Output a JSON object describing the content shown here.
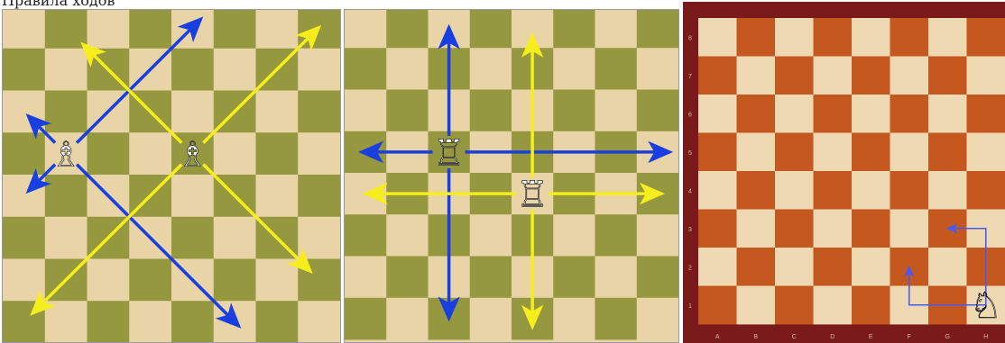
{
  "caption": "Правила ходов",
  "colors": {
    "light_square": "#e9d4a8",
    "dark_square": "#96983f",
    "wood_light": "#efd9b3",
    "wood_dark": "#c4581e",
    "wood_frame": "#7a1a1a",
    "arrow_blue": "#1a3fe0",
    "arrow_yellow": "#f5ee1c",
    "knight_arrow": "#4a5af0"
  },
  "panels": {
    "bishops": {
      "pieces": [
        {
          "piece": "white-bishop",
          "glyph": "♗",
          "square": "b5"
        },
        {
          "piece": "white-bishop",
          "glyph": "♗",
          "square": "e5"
        }
      ],
      "moves": [
        {
          "color": "blue",
          "piece": 0,
          "directions": [
            "up-right",
            "up-left",
            "down-left",
            "down-right"
          ]
        },
        {
          "color": "yellow",
          "piece": 1,
          "directions": [
            "up-right",
            "up-left",
            "down-left",
            "down-right"
          ]
        }
      ]
    },
    "rooks": {
      "pieces": [
        {
          "piece": "white-rook",
          "glyph": "♖",
          "square": "c5"
        },
        {
          "piece": "white-rook",
          "glyph": "♖",
          "square": "e4"
        }
      ],
      "moves": [
        {
          "color": "blue",
          "piece": 0,
          "directions": [
            "up",
            "down",
            "left",
            "right"
          ]
        },
        {
          "color": "yellow",
          "piece": 1,
          "directions": [
            "up",
            "down",
            "left",
            "right"
          ]
        }
      ]
    },
    "knight": {
      "files": [
        "A",
        "B",
        "C",
        "D",
        "E",
        "F",
        "G",
        "H"
      ],
      "ranks": [
        "8",
        "7",
        "6",
        "5",
        "4",
        "3",
        "2",
        "1"
      ],
      "piece": {
        "piece": "white-knight",
        "glyph": "♘",
        "square": "h1"
      },
      "moves": [
        "f2",
        "g3"
      ]
    }
  }
}
